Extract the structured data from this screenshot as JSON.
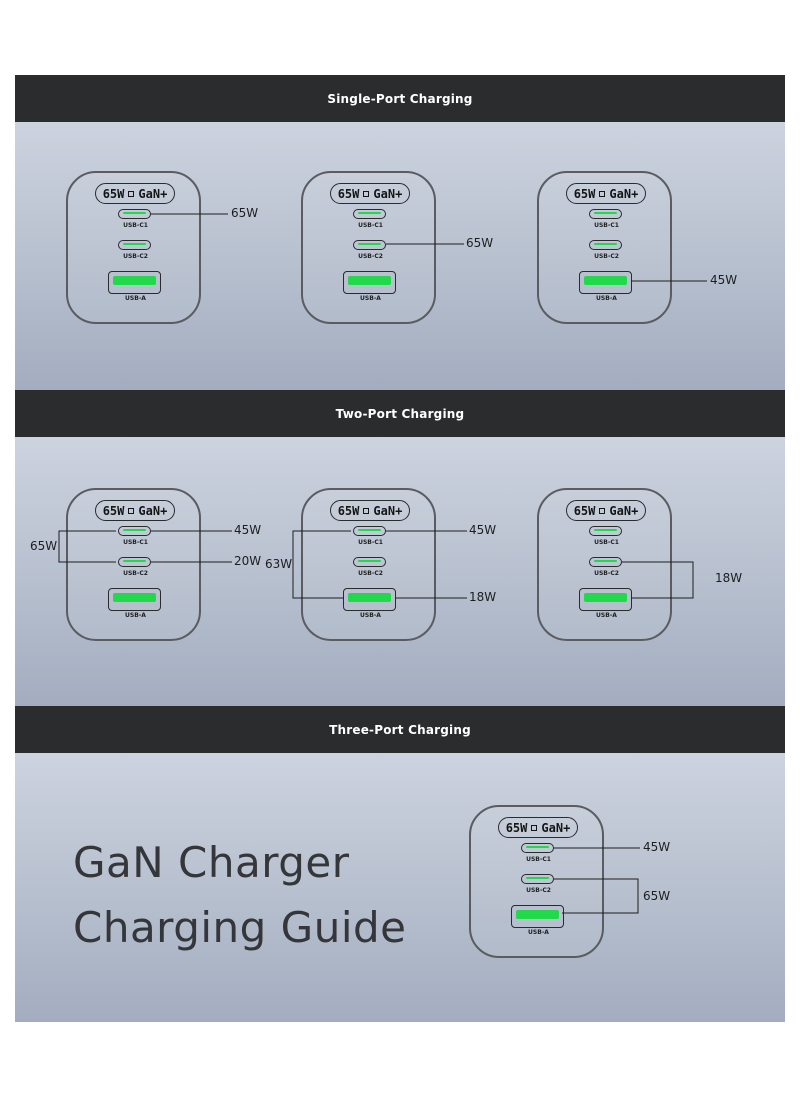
{
  "sections": {
    "single": {
      "title": "Single-Port Charging"
    },
    "two": {
      "title": "Two-Port Charging"
    },
    "three": {
      "title": "Three-Port Charging"
    }
  },
  "charger": {
    "display_wattage": "65W",
    "display_tech": "GaN+",
    "port_c1": "USB-C1",
    "port_c2": "USB-C2",
    "port_a": "USB-A"
  },
  "single_port": [
    {
      "port": "USB-C1",
      "watt": "65W"
    },
    {
      "port": "USB-C2",
      "watt": "65W"
    },
    {
      "port": "USB-A",
      "watt": "45W"
    }
  ],
  "two_port": [
    {
      "ports": [
        "USB-C1",
        "USB-C2"
      ],
      "watts": [
        "45W",
        "20W"
      ],
      "total": "65W"
    },
    {
      "ports": [
        "USB-C1",
        "USB-A"
      ],
      "watts": [
        "45W",
        "18W"
      ],
      "total": "63W"
    },
    {
      "ports": [
        "USB-C2",
        "USB-A"
      ],
      "total": "18W"
    }
  ],
  "three_port": {
    "c1": "45W",
    "c2_a_shared": "65W"
  },
  "guide_title": {
    "line1": "GaN Charger",
    "line2": "Charging Guide"
  },
  "colors": {
    "band": "#2b2c2e",
    "led": "#22d84b",
    "panel_top": "#cdd3df",
    "panel_bottom": "#a3adbf"
  }
}
